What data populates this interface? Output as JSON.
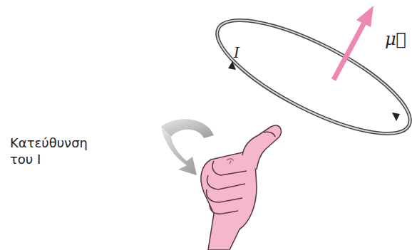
{
  "diagram": {
    "labels": [
      "I",
      "μ⃗",
      "Κατεύθυνση του I"
    ]
  }
}
